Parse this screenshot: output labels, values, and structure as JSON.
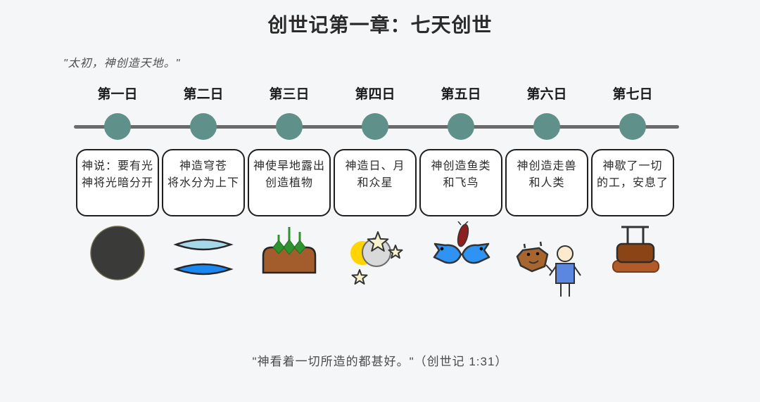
{
  "title": "创世记第一章：七天创世",
  "opening_quote": "\"太初，神创造天地。\"",
  "closing_quote": "\"神看着一切所造的都甚好。\"（创世记 1:31）",
  "colors": {
    "background": "#f5f6f8",
    "timeline_line": "#6b6b6b",
    "timeline_dot": "#5f918a",
    "card_border": "#1f1f1f",
    "card_background": "#ffffff"
  },
  "days": [
    {
      "label": "第一日",
      "line1": "神说：要有光",
      "line2": "神将光暗分开",
      "icon": "darkness-circle-icon"
    },
    {
      "label": "第二日",
      "line1": "神造穹苍",
      "line2": "将水分为上下",
      "icon": "divided-waters-icon"
    },
    {
      "label": "第三日",
      "line1": "神使旱地露出",
      "line2": "创造植物",
      "icon": "land-and-plants-icon"
    },
    {
      "label": "第四日",
      "line1": "神造日、月",
      "line2": "和众星",
      "icon": "sun-moon-stars-icon"
    },
    {
      "label": "第五日",
      "line1": "神创造鱼类",
      "line2": "和飞鸟",
      "icon": "fish-and-bird-icon"
    },
    {
      "label": "第六日",
      "line1": "神创造走兽",
      "line2": "和人类",
      "icon": "beast-and-human-icon"
    },
    {
      "label": "第七日",
      "line1": "神歇了一切",
      "line2": "的工，安息了",
      "icon": "rest-bed-icon"
    }
  ]
}
